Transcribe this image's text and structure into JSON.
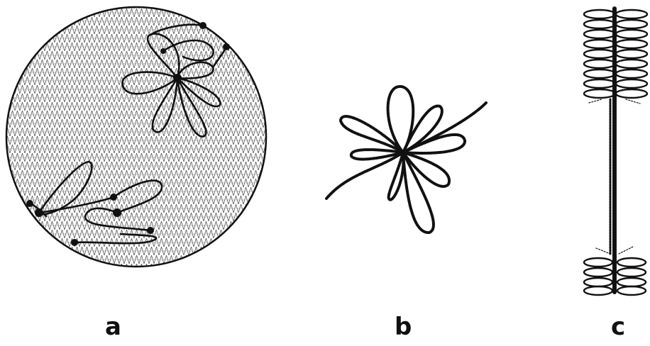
{
  "panels": [
    {
      "id": "a",
      "label": "a"
    },
    {
      "id": "b",
      "label": "b"
    },
    {
      "id": "c",
      "label": "c"
    }
  ],
  "colors": {
    "ink": "#111111",
    "background": "#ffffff",
    "hatch": "#444444"
  }
}
